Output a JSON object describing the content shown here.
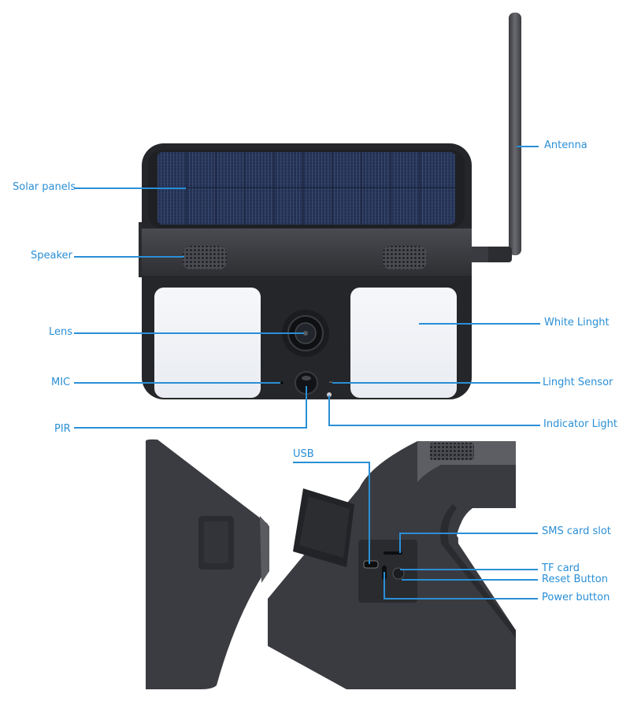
{
  "diagram": {
    "subject": "Solar powered 4G security camera with floodlights",
    "accent_color": "#2a8fd6",
    "body_color": "#2b2c30",
    "front_view": {
      "labels": {
        "antenna": "Antenna",
        "solar_panels": "Solar panels",
        "speaker": "Speaker",
        "lens": "Lens",
        "white_light": "White Linght",
        "mic": "MIC",
        "light_sensor": "Linght Sensor",
        "pir": "PIR",
        "indicator_light": "Indicator Light"
      }
    },
    "detail_view": {
      "labels": {
        "usb": "USB",
        "sms_card_slot": "SMS card slot",
        "tf_card": "TF card",
        "reset_button": "Reset Button",
        "power_button": "Power button"
      }
    }
  }
}
